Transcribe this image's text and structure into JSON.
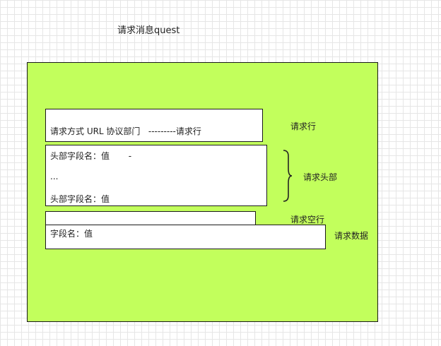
{
  "title": "请求消息quest",
  "request_line": {
    "text": "请求方式 URL 协议部门   ---------请求行",
    "label": "请求行"
  },
  "headers": {
    "line1": "头部字段名：值       -",
    "ellipsis": "...",
    "line2": "头部字段名：值",
    "label": "请求头部"
  },
  "blank_line": {
    "label": "请求空行"
  },
  "body_data": {
    "text": "字段名：值",
    "label": "请求数据"
  }
}
